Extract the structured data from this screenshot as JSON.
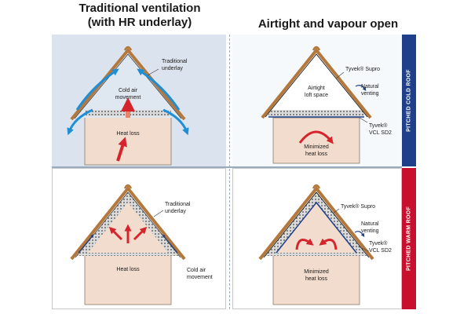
{
  "headers": {
    "left_line1": "Traditional ventilation",
    "left_line2": "(with HR underlay)",
    "right": "Airtight and vapour open"
  },
  "side_labels": {
    "cold": "PITCHED COLD ROOF",
    "warm": "PITCHED WARM ROOF"
  },
  "top_left": {
    "underlay": [
      "Traditional",
      "underlay"
    ],
    "air": [
      "Cold air",
      "movement"
    ],
    "heat": "Heat loss"
  },
  "top_right": {
    "membrane": "Tyvek® Supro",
    "venting": [
      "Natural",
      "venting"
    ],
    "loft": [
      "Airtight",
      "loft space"
    ],
    "vcl": [
      "Tyvek®",
      "VCL SD2"
    ],
    "heat": [
      "Minimized",
      "heat loss"
    ]
  },
  "bottom_left": {
    "underlay": [
      "Traditional",
      "underlay"
    ],
    "heat": "Heat loss",
    "air": [
      "Cold air",
      "movement"
    ]
  },
  "bottom_right": {
    "membrane": "Tyvek® Supro",
    "venting": [
      "Natural",
      "venting"
    ],
    "vcl": [
      "Tyvek®",
      "VCL SD2"
    ],
    "heat": [
      "Minimized",
      "heat loss"
    ]
  },
  "colors": {
    "cold_band": "#1f3f8a",
    "warm_band": "#c8102e",
    "heat_arrow": "#d6242d",
    "air_arrow": "#1e8fd6",
    "wall": "#f1dccd",
    "roof_edge": "#b4783c"
  }
}
